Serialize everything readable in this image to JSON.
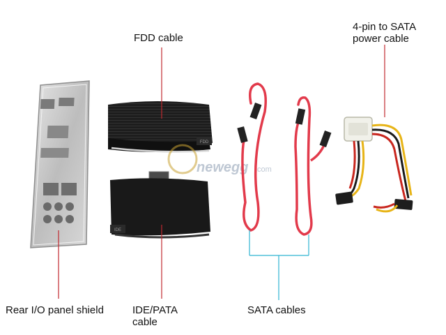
{
  "labels": {
    "fdd": "FDD cable",
    "power_line1": "4-pin to SATA",
    "power_line2": "power cable",
    "shield": "Rear I/O panel shield",
    "ide_line1": "IDE/PATA",
    "ide_line2": "cable",
    "sata": "SATA cables"
  },
  "watermark": "newegg",
  "watermark_suffix": ".com",
  "connector_labels": {
    "fdd_plug": "FDD",
    "ide_plug": "IDE"
  },
  "colors": {
    "callout_red": "#c0282e",
    "callout_blue": "#2fb3d2",
    "ribbon": "#1b1b1b",
    "sata_red": "#e23a4b",
    "metal": "#c9c9c9",
    "wire_yellow": "#e7b417",
    "wire_red": "#c8261e",
    "wire_black": "#1a1a1a",
    "watermark": "#8a9bb0"
  }
}
